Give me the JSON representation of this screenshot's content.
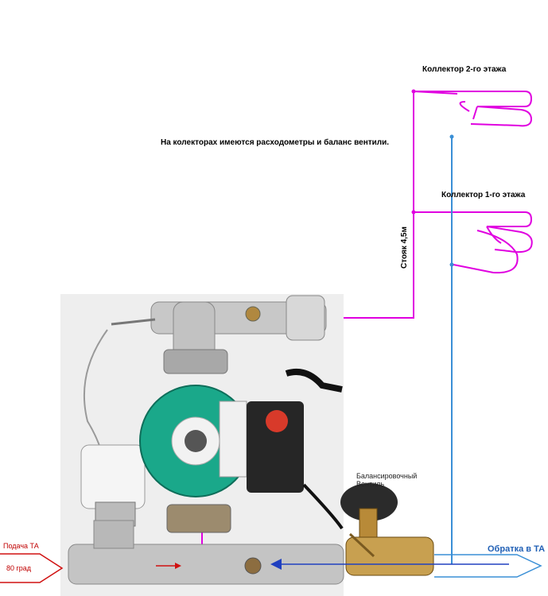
{
  "labels": {
    "floor2_collector": "Коллектор 2-го этажа",
    "floor1_collector": "Коллектор 1-го этажа",
    "collectors_note": "На колекторах имеются расходометры и баланс вентили.",
    "riser": "Стояк 4,5м",
    "balancing_valve_line1": "Балансировочный",
    "balancing_valve_line2": "Вентиль",
    "supply_line1": "Подача ТА",
    "supply_line2": "80 град",
    "return": "Обратка в ТА"
  },
  "colors": {
    "supply_pipe": "#e000e0",
    "return_pipe": "#3a8fd6",
    "arrow_red": "#d01010",
    "arrow_blue": "#2040c0"
  },
  "icons": {
    "pump_unit": "circulation-pump-mixing-unit",
    "balancing_valve": "balancing-valve-icon",
    "thermostatic_head": "thermostatic-head-icon"
  }
}
